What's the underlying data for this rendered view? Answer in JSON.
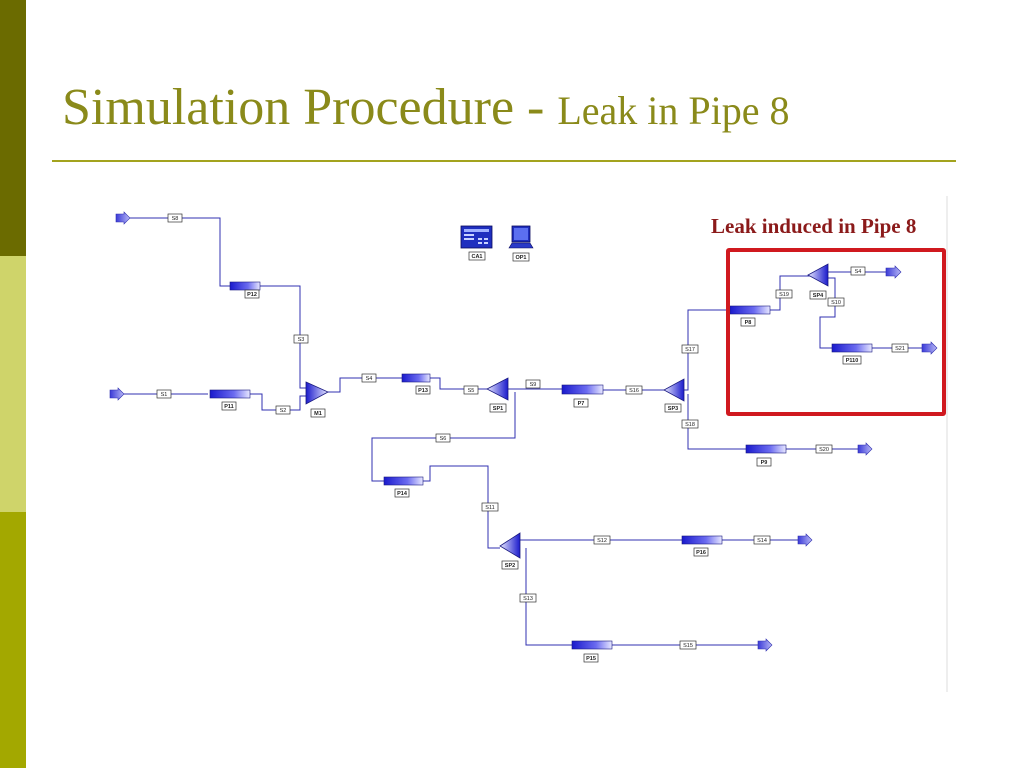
{
  "slide": {
    "title_main": "Simulation Procedure",
    "title_sep": " - ",
    "title_sub": "Leak in Pipe 8",
    "leak_label": "Leak induced in Pipe 8",
    "colors": {
      "title": "#8a8a1a",
      "leak_label": "#8b1a1a",
      "leak_box": "#d0191f",
      "unit": "#2b2bd8"
    }
  },
  "flowsheet": {
    "icons": [
      {
        "id": "CA1",
        "label": "CA1",
        "icon": "control-panel-icon"
      },
      {
        "id": "OP1",
        "label": "OP1",
        "icon": "computer-terminal-icon"
      }
    ],
    "pipes": [
      {
        "id": "P12",
        "label": "P12"
      },
      {
        "id": "P11",
        "label": "P11"
      },
      {
        "id": "P13",
        "label": "P13"
      },
      {
        "id": "P7",
        "label": "P7"
      },
      {
        "id": "P14",
        "label": "P14"
      },
      {
        "id": "P8",
        "label": "P8"
      },
      {
        "id": "P110",
        "label": "P110"
      },
      {
        "id": "P9",
        "label": "P9"
      },
      {
        "id": "P16",
        "label": "P16"
      },
      {
        "id": "P15",
        "label": "P15"
      }
    ],
    "junctions": [
      {
        "id": "M1",
        "label": "M1"
      },
      {
        "id": "SP1",
        "label": "SP1"
      },
      {
        "id": "SP3",
        "label": "SP3"
      },
      {
        "id": "SP4",
        "label": "SP4"
      },
      {
        "id": "SP2",
        "label": "SP2"
      }
    ],
    "streams": [
      {
        "id": "S8",
        "label": "S8"
      },
      {
        "id": "S1",
        "label": "S1"
      },
      {
        "id": "S2",
        "label": "S2"
      },
      {
        "id": "S3",
        "label": "S3"
      },
      {
        "id": "S4",
        "label": "S4"
      },
      {
        "id": "S5",
        "label": "S5"
      },
      {
        "id": "S9",
        "label": "S9"
      },
      {
        "id": "S16",
        "label": "S16"
      },
      {
        "id": "S17",
        "label": "S17"
      },
      {
        "id": "S19",
        "label": "S19"
      },
      {
        "id": "S4b",
        "label": "S4"
      },
      {
        "id": "S10",
        "label": "S10"
      },
      {
        "id": "S21",
        "label": "S21"
      },
      {
        "id": "S18",
        "label": "S18"
      },
      {
        "id": "S20",
        "label": "S20"
      },
      {
        "id": "S6",
        "label": "S6"
      },
      {
        "id": "S11",
        "label": "S11"
      },
      {
        "id": "S12",
        "label": "S12"
      },
      {
        "id": "S14",
        "label": "S14"
      },
      {
        "id": "S13",
        "label": "S13"
      },
      {
        "id": "S15",
        "label": "S15"
      }
    ]
  }
}
